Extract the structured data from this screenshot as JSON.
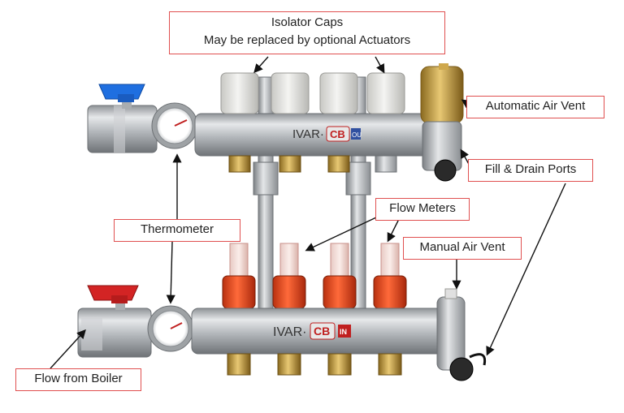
{
  "labels": {
    "isolator_caps": {
      "line1": "Isolator Caps",
      "line2": "May be replaced by optional Actuators"
    },
    "automatic_air_vent": "Automatic Air Vent",
    "fill_drain_ports": "Fill & Drain Ports",
    "flow_meters": "Flow Meters",
    "thermometer": "Thermometer",
    "manual_air_vent": "Manual Air Vent",
    "flow_from_boiler": "Flow from Boiler"
  },
  "brand": {
    "top_text": "IVAR·",
    "top_logo": "CB",
    "top_tag": "OU",
    "bottom_text": "IVAR·",
    "bottom_logo": "CB",
    "bottom_tag": "IN"
  },
  "colors": {
    "label_border": "#e05050",
    "steel": "#b9bcbf",
    "brass": "#c9a24a",
    "cap_white": "#e9e9e6",
    "flow_meter_red": "#e0451f",
    "top_valve_handle": "#1f6fe0",
    "bottom_valve_handle": "#d32424"
  }
}
